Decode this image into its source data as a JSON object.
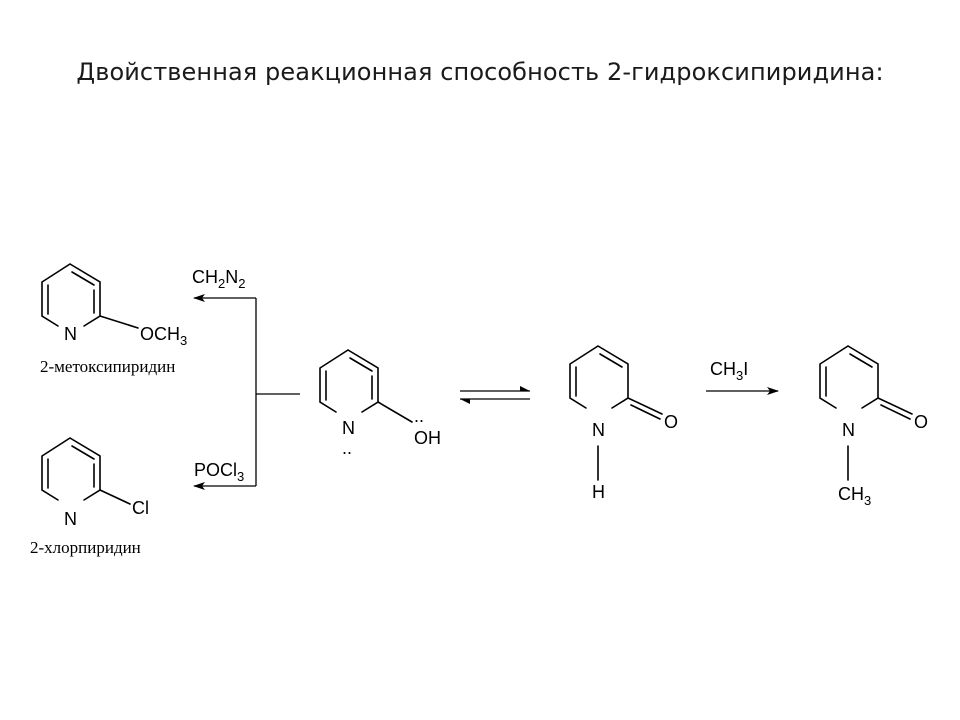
{
  "slide": {
    "title": "Двойственная реакционная способность 2-гидроксипиридина:"
  },
  "scheme": {
    "reagents": {
      "top": {
        "main": "CH",
        "sub1": "2",
        "mid": "N",
        "sub2": "2"
      },
      "bottom": {
        "main": "POCl",
        "sub": "3"
      },
      "right": {
        "main": "CH",
        "sub": "3",
        "tail": "I"
      }
    },
    "products": {
      "methoxy": {
        "ring_n": "N",
        "substituent": {
          "main": "OCH",
          "sub": "3"
        },
        "caption": "2-метоксипиридин"
      },
      "chloro": {
        "ring_n": "N",
        "substituent": "Cl",
        "caption": "2-хлорпиридин"
      }
    },
    "hydroxypyridine": {
      "ring_n": "N",
      "substituent": "OH",
      "lone_pair": ".."
    },
    "pyridone": {
      "ring_n": "N",
      "carbonyl_o": "O",
      "n_substituent": "H"
    },
    "n_methylpyridone": {
      "ring_n": "N",
      "carbonyl_o": "O",
      "n_substituent": {
        "main": "CH",
        "sub": "3"
      }
    }
  }
}
